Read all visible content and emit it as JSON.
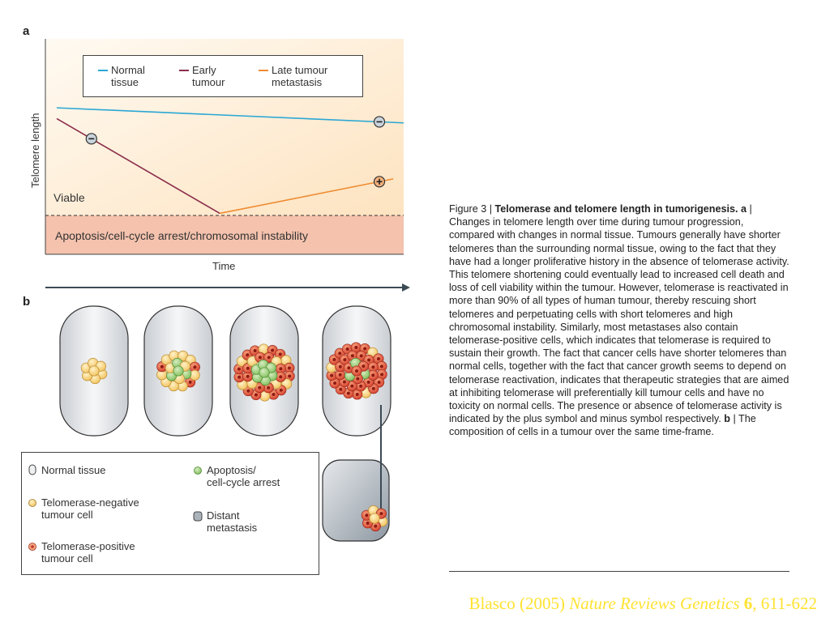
{
  "colors": {
    "normal_tissue": "#2aa7d5",
    "early_tumour": "#8b2e4b",
    "late_tumour": "#ef8c32",
    "apoptosis_zone": "#f4c2ad",
    "viable_zone": "#fdf0dc",
    "citation": "#ffe230"
  },
  "panel_a": {
    "letter": "a",
    "xlabel": "Time",
    "ylabel": "Telomere length",
    "zone_viable": "Viable",
    "zone_apoptosis": "Apoptosis/cell-cycle arrest/chromosomal instability",
    "legend": [
      {
        "label": "Normal\ntissue",
        "color": "#2aa7d5"
      },
      {
        "label": "Early\ntumour",
        "color": "#8b2e4b"
      },
      {
        "label": "Late tumour\nmetastasis",
        "color": "#ef8c32"
      }
    ],
    "markers": [
      {
        "series": "Early tumour",
        "symbol": "−"
      },
      {
        "series": "Normal tissue",
        "symbol": "−"
      },
      {
        "series": "Late tumour metastasis",
        "symbol": "+"
      }
    ]
  },
  "chart_data": {
    "type": "line",
    "title": "",
    "xlabel": "Time",
    "ylabel": "Telomere length",
    "xlim": [
      0,
      10
    ],
    "ylim": [
      0,
      10
    ],
    "grid": false,
    "legend_position": "top",
    "threshold_y": 2.0,
    "series": [
      {
        "name": "Normal tissue",
        "x": [
          0,
          10
        ],
        "y": [
          6.8,
          6.1
        ],
        "marker": "minus",
        "marker_at": 9.3
      },
      {
        "name": "Early tumour",
        "x": [
          0,
          4.7
        ],
        "y": [
          6.3,
          1.9
        ],
        "marker": "minus",
        "marker_at": 1.0
      },
      {
        "name": "Late tumour metastasis",
        "x": [
          4.7,
          9.7
        ],
        "y": [
          1.9,
          3.5
        ],
        "marker": "plus",
        "marker_at": 9.3
      }
    ]
  },
  "panel_b": {
    "letter": "b",
    "legend": [
      {
        "icon": "normal-tissue",
        "label": "Normal tissue"
      },
      {
        "icon": "telomerase-negative",
        "label": "Telomerase-negative\ntumour cell"
      },
      {
        "icon": "telomerase-positive",
        "label": "Telomerase-positive\ntumour cell"
      },
      {
        "icon": "apoptosis",
        "label": "Apoptosis/\ncell-cycle arrest"
      },
      {
        "icon": "distant-metastasis",
        "label": "Distant\nmetastasis"
      }
    ]
  },
  "caption": {
    "fig": "Figure 3 | ",
    "title": "Telomerase and telomere length in tumorigenesis. a",
    "body_a": " | Changes in telomere length over time during tumour progression, compared with changes in normal tissue. Tumours generally have shorter telomeres than the surrounding normal tissue, owing to the fact that they have had a longer proliferative history in the absence of telomerase activity. This telomere shortening could eventually lead to increased cell death and loss of cell viability within the tumour. However, telomerase is reactivated in more than 90% of all types of human tumour, thereby rescuing short telomeres and perpetuating cells with short telomeres and high chromosomal instability. Similarly, most metastases also contain telomerase-positive cells, which indicates that telomerase is required to sustain their growth. The fact that cancer cells have shorter telomeres than normal cells, together with the fact that cancer growth seems to depend on telomerase reactivation, indicates that therapeutic strategies that are aimed at inhibiting telomerase will preferentially kill tumour cells and have no toxicity on normal cells. The presence or absence of telomerase activity is indicated by the plus symbol and minus symbol respectively. ",
    "b_label": "b",
    "body_b": " | The composition of cells in a tumour over the same time-frame."
  },
  "citation": {
    "authors": "Blasco (2005) ",
    "journal": "Nature Reviews Genetics",
    "volume": " 6",
    "pages": ", 611-622"
  }
}
